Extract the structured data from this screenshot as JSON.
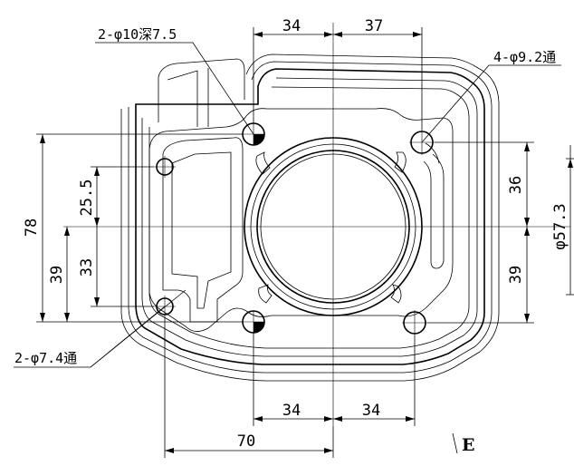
{
  "annotations": {
    "holes_blind": "2-φ10深7.5",
    "holes_through_large": "4-φ9.2通",
    "holes_through_small": "2-φ7.4通",
    "view_label": "E"
  },
  "dimensions": {
    "top_left": "34",
    "top_right": "37",
    "bottom_left": "34",
    "bottom_right": "34",
    "bottom_overall": "70",
    "left_overall": "78",
    "left_lower": "39",
    "left_inner_upper": "25.5",
    "left_inner_lower": "33",
    "right_upper": "36",
    "right_lower": "39",
    "bore_diameter": "φ57.3"
  }
}
